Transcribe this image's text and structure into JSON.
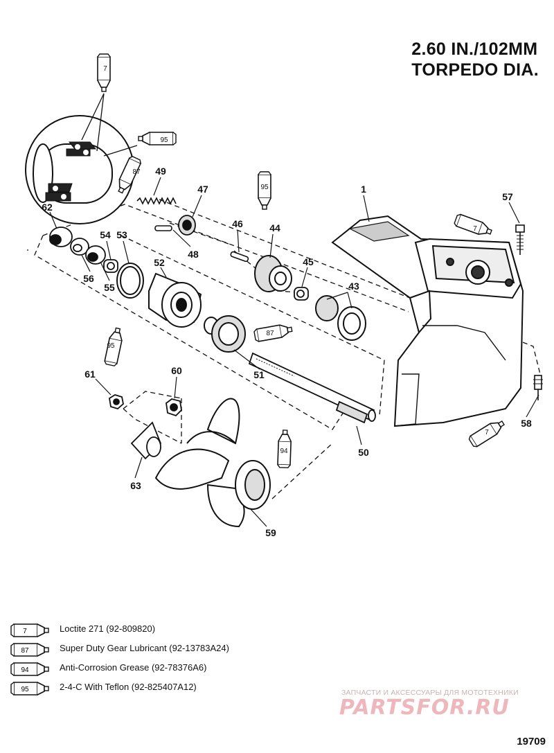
{
  "title": {
    "line1": "2.60 IN./102MM",
    "line2": "TORPEDO DIA."
  },
  "parts": [
    "1",
    "7",
    "43",
    "44",
    "45",
    "46",
    "47",
    "48",
    "49",
    "50",
    "51",
    "52",
    "53",
    "54",
    "55",
    "56",
    "57",
    "58",
    "59",
    "60",
    "61",
    "62",
    "63"
  ],
  "tubes": [
    "7",
    "7",
    "7",
    "95",
    "95",
    "95",
    "87",
    "87",
    "94"
  ],
  "legend": [
    {
      "code": "7",
      "text": "Loctite 271 (92-809820)"
    },
    {
      "code": "87",
      "text": "Super Duty Gear Lubricant (92-13783A24)"
    },
    {
      "code": "94",
      "text": "Anti-Corrosion Grease (92-78376A6)"
    },
    {
      "code": "95",
      "text": "2-4-C  With Teflon (92-825407A12)"
    }
  ],
  "watermark": {
    "line1": "ЗАПЧАСТИ И АКСЕССУАРЫ ДЛЯ МОТОТЕХНИКИ",
    "logo": "PARTSFOR.RU"
  },
  "figure_id": "19709"
}
